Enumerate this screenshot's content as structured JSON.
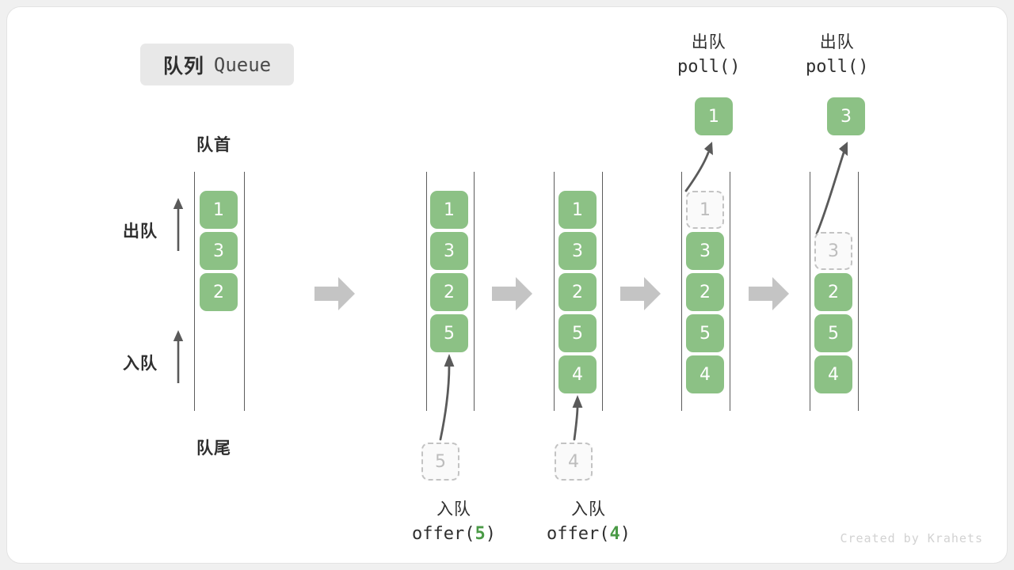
{
  "title": {
    "cn": "队列",
    "en": "Queue"
  },
  "labels": {
    "head": "队首",
    "tail": "队尾",
    "dequeue_side": "出队",
    "enqueue_side": "入队"
  },
  "colors": {
    "cell_fill": "#8cc185",
    "cell_text": "#ffffff",
    "ghost_border": "#c3c3c3",
    "ghost_text": "#bdbdbd",
    "rail": "#5c5c5c",
    "step_arrow": "#c4c4c4",
    "curve_arrow": "#5a5a5a",
    "badge_bg": "#e8e8e8",
    "text": "#2f2f2f",
    "code_accent": "#4a9a46",
    "footer": "#d2d2d2"
  },
  "stages": [
    {
      "id": "initial",
      "cells": [
        {
          "value": "1",
          "state": "filled"
        },
        {
          "value": "3",
          "state": "filled"
        },
        {
          "value": "2",
          "state": "filled"
        }
      ]
    },
    {
      "id": "after-offer-5",
      "cells": [
        {
          "value": "1",
          "state": "filled"
        },
        {
          "value": "3",
          "state": "filled"
        },
        {
          "value": "2",
          "state": "filled"
        },
        {
          "value": "5",
          "state": "filled"
        }
      ],
      "incoming": {
        "value": "5",
        "state": "ghost"
      },
      "caption": {
        "cn": "入队",
        "fn": "offer(",
        "arg": "5",
        "fn_close": ")"
      }
    },
    {
      "id": "after-offer-4",
      "cells": [
        {
          "value": "1",
          "state": "filled"
        },
        {
          "value": "3",
          "state": "filled"
        },
        {
          "value": "2",
          "state": "filled"
        },
        {
          "value": "5",
          "state": "filled"
        },
        {
          "value": "4",
          "state": "filled"
        }
      ],
      "incoming": {
        "value": "4",
        "state": "ghost"
      },
      "caption": {
        "cn": "入队",
        "fn": "offer(",
        "arg": "4",
        "fn_close": ")"
      }
    },
    {
      "id": "after-poll-1",
      "cells": [
        {
          "value": "1",
          "state": "ghost"
        },
        {
          "value": "3",
          "state": "filled"
        },
        {
          "value": "2",
          "state": "filled"
        },
        {
          "value": "5",
          "state": "filled"
        },
        {
          "value": "4",
          "state": "filled"
        }
      ],
      "outgoing": {
        "value": "1",
        "state": "filled"
      },
      "caption": {
        "cn": "出队",
        "fn": "poll()"
      }
    },
    {
      "id": "after-poll-3",
      "cells": [
        {
          "value": "",
          "state": "empty"
        },
        {
          "value": "3",
          "state": "ghost"
        },
        {
          "value": "2",
          "state": "filled"
        },
        {
          "value": "5",
          "state": "filled"
        },
        {
          "value": "4",
          "state": "filled"
        }
      ],
      "outgoing": {
        "value": "3",
        "state": "filled"
      },
      "caption": {
        "cn": "出队",
        "fn": "poll()"
      }
    }
  ],
  "footer": "Created by Krahets"
}
